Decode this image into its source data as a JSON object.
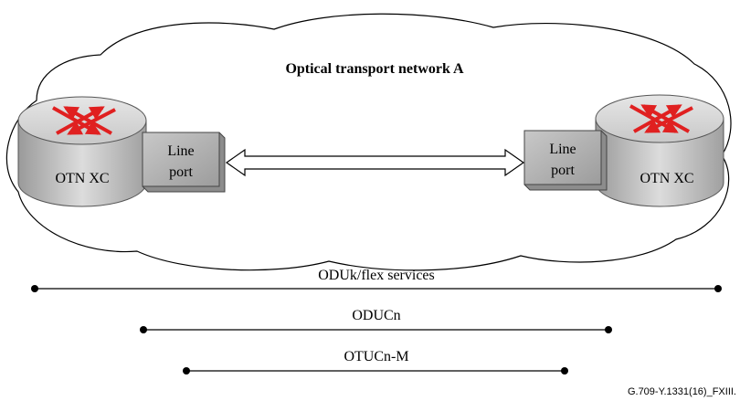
{
  "network": {
    "title": "Optical transport network A"
  },
  "left_node": {
    "xc_label": "OTN XC",
    "port_line1": "Line",
    "port_line2": "port"
  },
  "right_node": {
    "xc_label": "OTN XC",
    "port_line1": "Line",
    "port_line2": "port"
  },
  "spans": [
    {
      "label": "ODUk/flex services"
    },
    {
      "label": "ODUCn"
    },
    {
      "label": "OTUCn-M"
    }
  ],
  "figure_id": "G.709-Y.1331(16)_FXIII.",
  "colors": {
    "arrow_red": "#e02020",
    "cylinder_top": "#d4d4d4",
    "cylinder_side": "#b8b8b8",
    "port_fill": "#b0b0b0",
    "line": "#000000"
  },
  "icons": [
    "cloud-outline",
    "router-cylinder-icon",
    "double-headed-arrow"
  ]
}
